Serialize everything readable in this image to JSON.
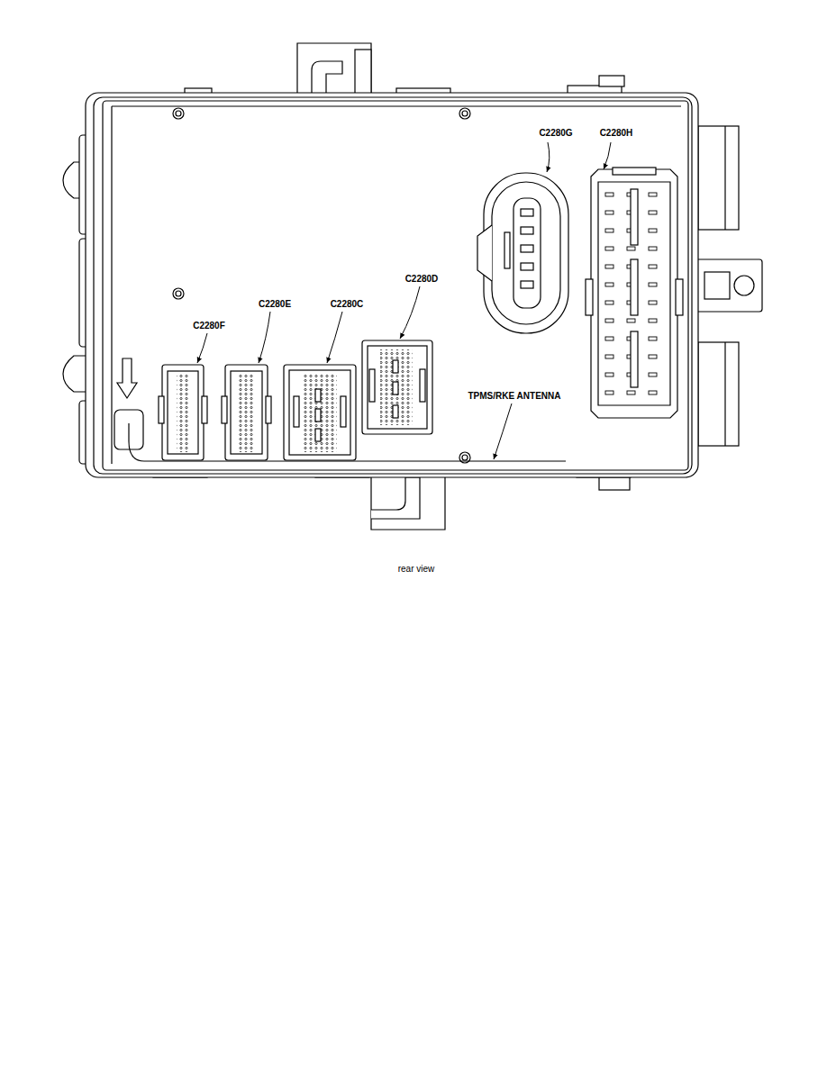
{
  "diagram": {
    "caption": "rear view",
    "labels": [
      "C2280G",
      "C2280H",
      "C2280F",
      "C2280E",
      "C2280C",
      "C2280D",
      "TPMS/RKE ANTENNA"
    ]
  }
}
